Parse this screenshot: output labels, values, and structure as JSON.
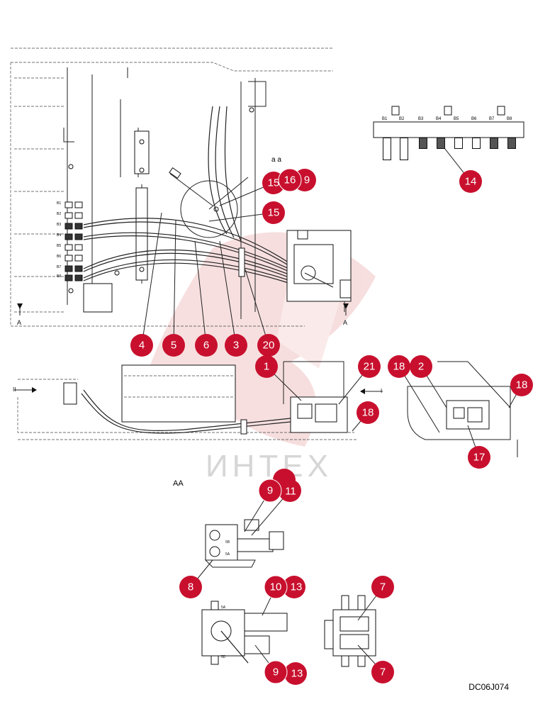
{
  "drawing_code": "DC06J074",
  "section_view_label": "AA",
  "section_marker_small": "a a",
  "watermark_text": "ИНТЕХ",
  "view_arrows": {
    "left_letter": "A",
    "right_letter": "A",
    "roman_left": "II",
    "roman_right": "I"
  },
  "port_labels_top": [
    "B1",
    "B2",
    "B3",
    "B4",
    "B5",
    "B6",
    "B7",
    "B8"
  ],
  "port_labels_side": [
    "B1",
    "B2",
    "B3",
    "B4",
    "B5",
    "B6",
    "B7",
    "B8"
  ],
  "valve_port_labels": [
    "5B",
    "5A",
    "5A",
    "5D"
  ],
  "callouts": [
    "1",
    "2",
    "3",
    "4",
    "5",
    "6",
    "7",
    "7",
    "8",
    "9",
    "9",
    "10",
    "11",
    "13",
    "13",
    "14",
    "15",
    "15",
    "16",
    "9",
    "17",
    "18",
    "18",
    "18",
    "20",
    "21"
  ],
  "colors": {
    "callout": "#c8102e",
    "line": "#222222",
    "watermark": "#e8a3a3"
  }
}
